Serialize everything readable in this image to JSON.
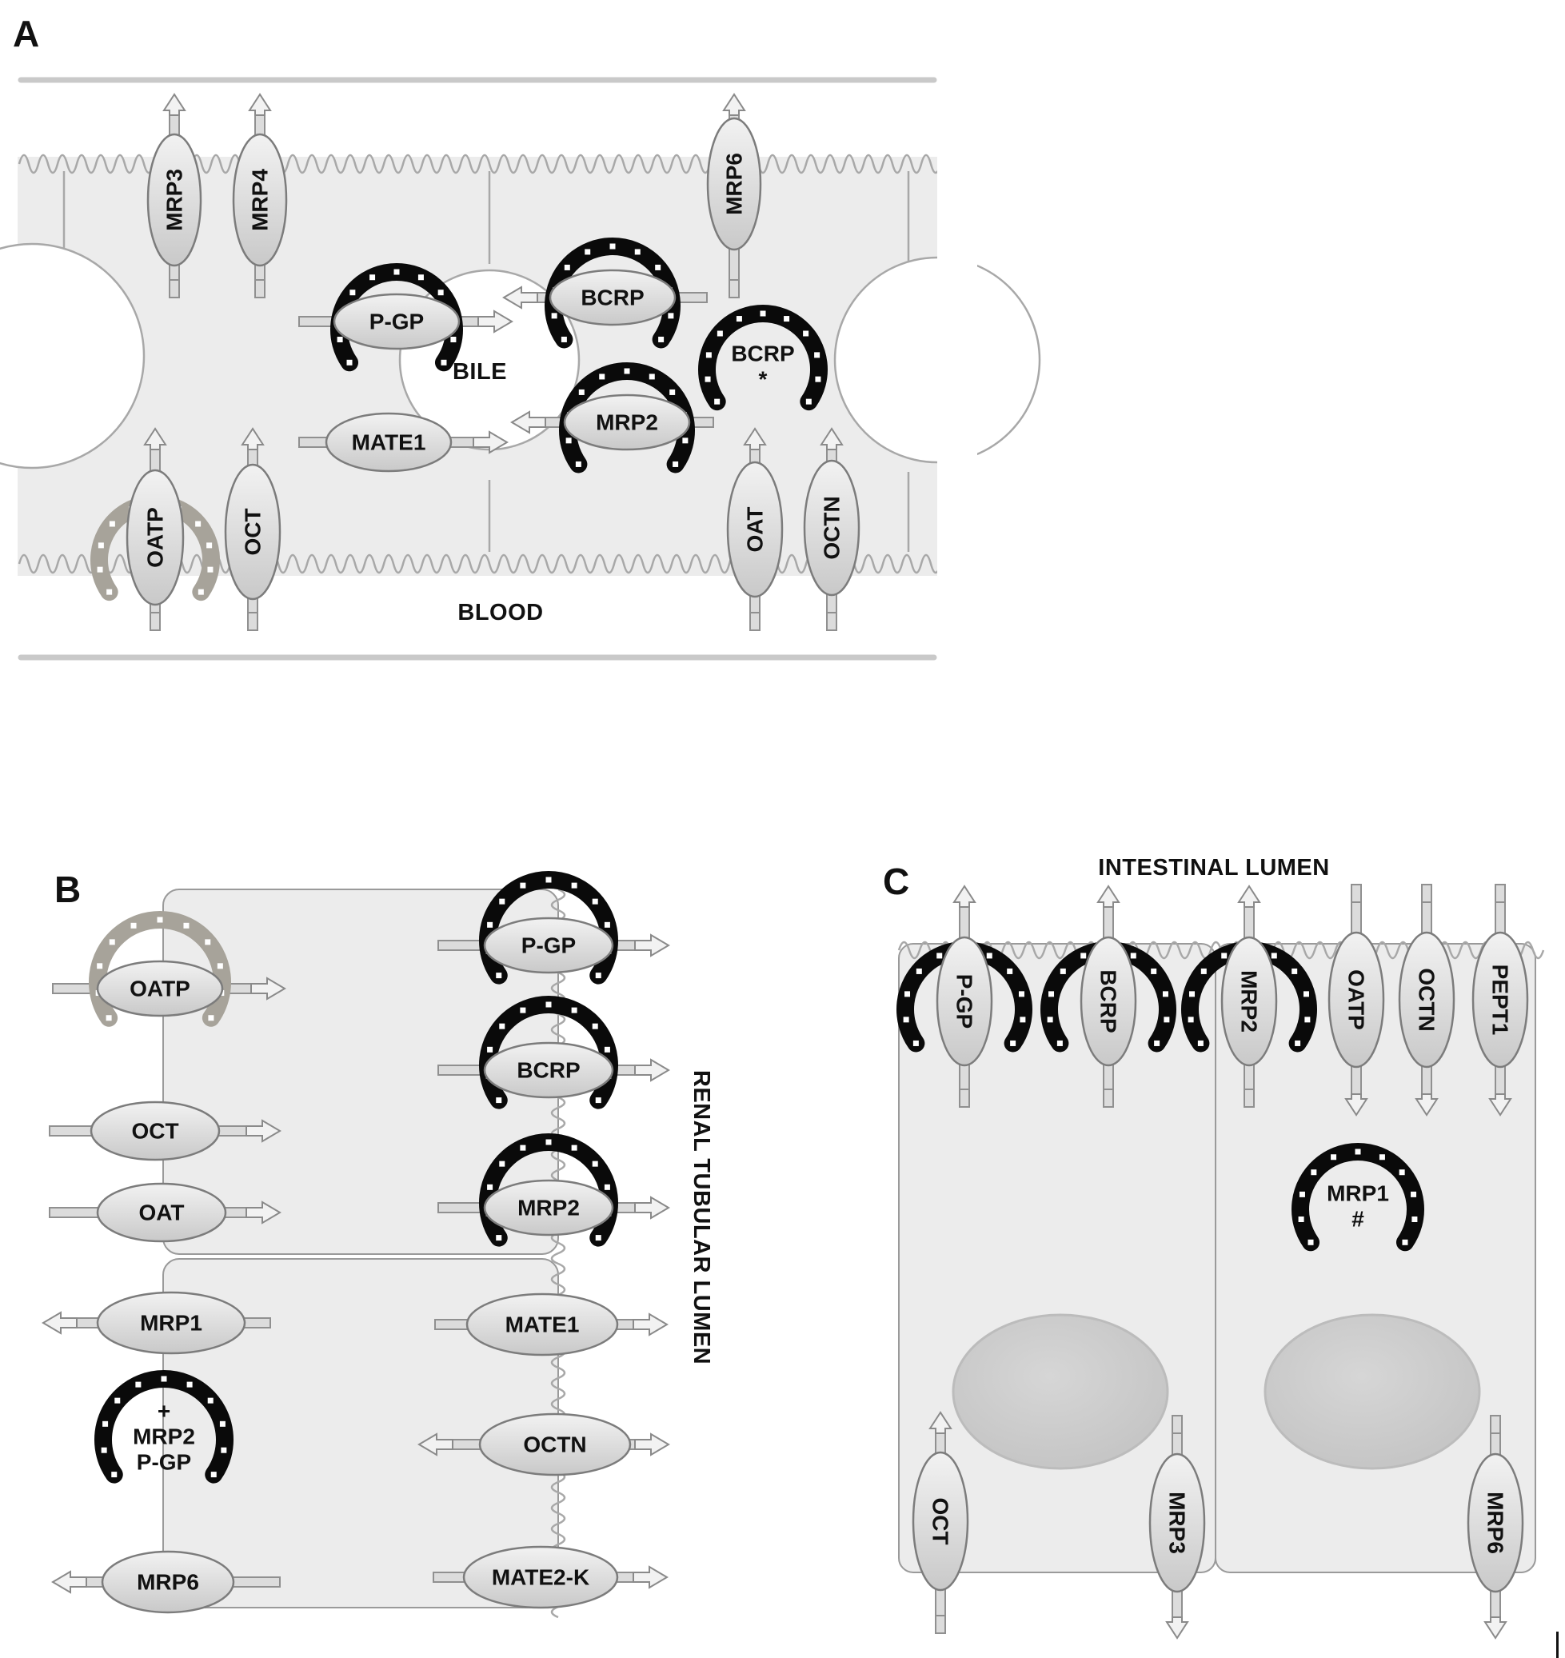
{
  "panels": {
    "A": {
      "letter": "A",
      "regions": {
        "bile": "BILE",
        "blood": "BLOOD"
      },
      "transporters": [
        {
          "id": "a-mrp3",
          "label": "MRP3",
          "efflux": false
        },
        {
          "id": "a-mrp4",
          "label": "MRP4",
          "efflux": false
        },
        {
          "id": "a-mrp6",
          "label": "MRP6",
          "efflux": false
        },
        {
          "id": "a-pgp",
          "label": "P-GP",
          "efflux": true,
          "shoe": "black"
        },
        {
          "id": "a-bcrp-canal",
          "label": "BCRP",
          "efflux": true,
          "shoe": "black"
        },
        {
          "id": "a-bcrp-star",
          "label": "BCRP",
          "mark": "*",
          "efflux": true,
          "shoe": "black"
        },
        {
          "id": "a-mate1",
          "label": "MATE1",
          "efflux": false
        },
        {
          "id": "a-mrp2",
          "label": "MRP2",
          "efflux": true,
          "shoe": "black"
        },
        {
          "id": "a-oatp",
          "label": "OATP",
          "efflux": false,
          "shoe": "grey"
        },
        {
          "id": "a-oct",
          "label": "OCT",
          "efflux": false
        },
        {
          "id": "a-oat",
          "label": "OAT",
          "efflux": false
        },
        {
          "id": "a-octn",
          "label": "OCTN",
          "efflux": false
        }
      ]
    },
    "B": {
      "letter": "B",
      "regions": {
        "lumen": "RENAL TUBULAR LUMEN"
      },
      "transporters": [
        {
          "id": "b-oatp",
          "label": "OATP",
          "shoe": "grey"
        },
        {
          "id": "b-oct",
          "label": "OCT"
        },
        {
          "id": "b-oat",
          "label": "OAT"
        },
        {
          "id": "b-mrp1",
          "label": "MRP1"
        },
        {
          "id": "b-combo",
          "mark": "+",
          "label": "MRP2",
          "label2": "P-GP",
          "shoe": "black"
        },
        {
          "id": "b-mrp6",
          "label": "MRP6"
        },
        {
          "id": "b-pgp",
          "label": "P-GP",
          "shoe": "black"
        },
        {
          "id": "b-bcrp",
          "label": "BCRP",
          "shoe": "black"
        },
        {
          "id": "b-mrp2",
          "label": "MRP2",
          "shoe": "black"
        },
        {
          "id": "b-mate1",
          "label": "MATE1"
        },
        {
          "id": "b-octn",
          "label": "OCTN"
        },
        {
          "id": "b-mate2k",
          "label": "MATE2-K"
        }
      ]
    },
    "C": {
      "letter": "C",
      "regions": {
        "lumen": "INTESTINAL LUMEN"
      },
      "transporters": [
        {
          "id": "c-pgp",
          "label": "P-GP",
          "shoe": "black"
        },
        {
          "id": "c-bcrp",
          "label": "BCRP",
          "shoe": "black"
        },
        {
          "id": "c-mrp2",
          "label": "MRP2",
          "shoe": "black"
        },
        {
          "id": "c-oatp",
          "label": "OATP"
        },
        {
          "id": "c-octn",
          "label": "OCTN"
        },
        {
          "id": "c-pept1",
          "label": "PEPT1"
        },
        {
          "id": "c-mrp1",
          "label": "MRP1",
          "mark": "#",
          "shoe": "black"
        },
        {
          "id": "c-oct",
          "label": "OCT"
        },
        {
          "id": "c-mrp3",
          "label": "MRP3"
        },
        {
          "id": "c-mrp6",
          "label": "MRP6"
        }
      ]
    }
  },
  "colors": {
    "efflux": "#0a0a0a",
    "uptake": "#a7a39a",
    "cell": "#ececec",
    "transporter": "#d8d8d8"
  }
}
